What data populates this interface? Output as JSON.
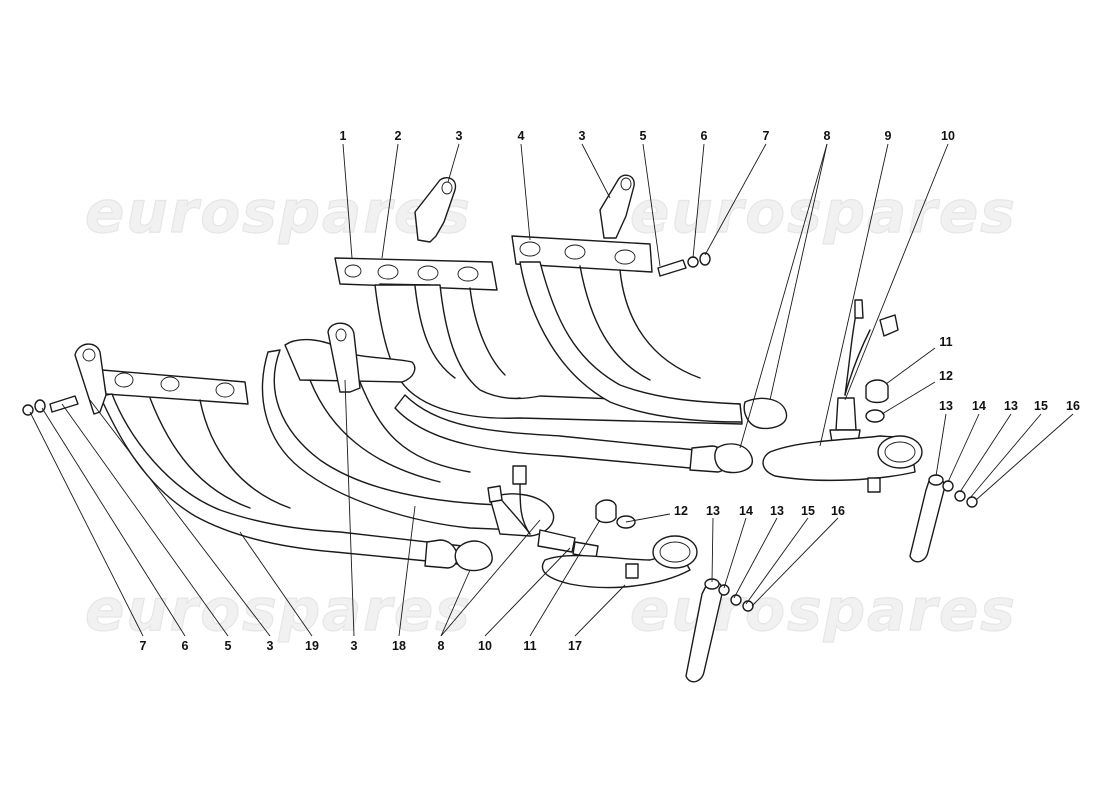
{
  "watermark": {
    "text": "eurospares"
  },
  "callouts": {
    "top": [
      "1",
      "2",
      "3",
      "4",
      "3",
      "5",
      "6",
      "7",
      "8",
      "9",
      "10"
    ],
    "right_upper": [
      "11",
      "12",
      "13",
      "14",
      "13",
      "15",
      "16"
    ],
    "middle": [
      "12",
      "13",
      "14",
      "13",
      "15",
      "16"
    ],
    "bottom": [
      "7",
      "6",
      "5",
      "3",
      "19",
      "3",
      "18",
      "8",
      "10",
      "11",
      "17"
    ]
  }
}
